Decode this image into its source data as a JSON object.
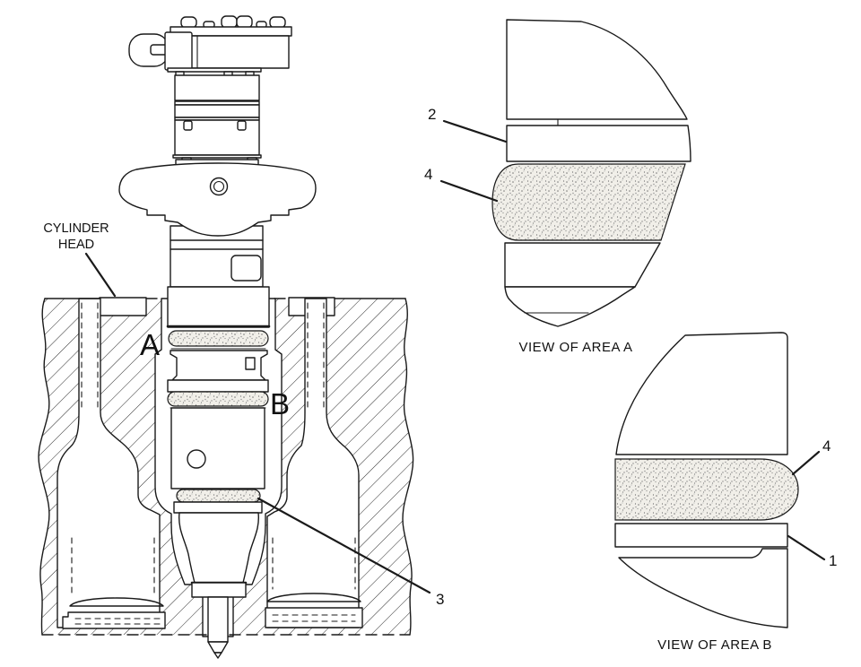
{
  "drawing": {
    "colors": {
      "background": "#ffffff",
      "line": "#1a1a1a",
      "seal_fill": "#f1efe9",
      "seal_dot": "#777777"
    },
    "main_view": {
      "cylinder_head_label": {
        "line1": "CYLINDER",
        "line2": "HEAD"
      },
      "area_markers": {
        "a": "A",
        "b": "B"
      },
      "callout_3": "3"
    },
    "view_a": {
      "caption": "VIEW OF AREA A",
      "callout_2": "2",
      "callout_4": "4"
    },
    "view_b": {
      "caption": "VIEW OF AREA B",
      "callout_4": "4",
      "callout_1": "1"
    }
  }
}
